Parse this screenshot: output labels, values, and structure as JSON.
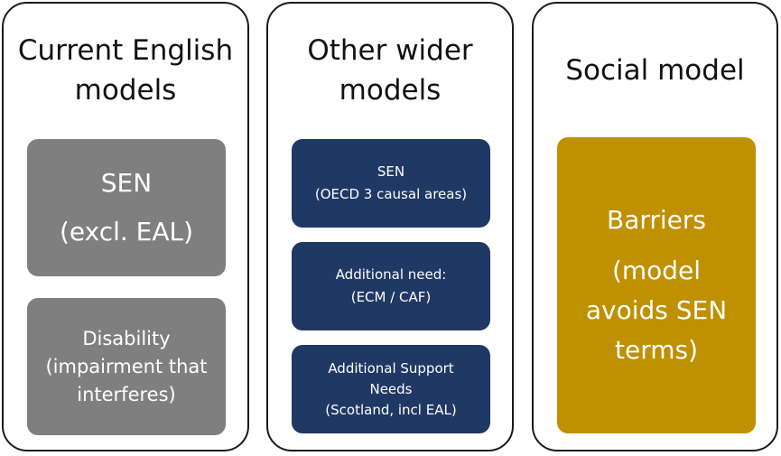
{
  "columns": [
    {
      "title_lines": [
        "Current English",
        "models"
      ],
      "boxes": [
        {
          "lines": [
            "SEN",
            "(excl. EAL)"
          ],
          "color": "#7f7f7f"
        },
        {
          "lines": [
            "Disability",
            "(impairment that",
            "interferes)"
          ],
          "color": "#7f7f7f"
        }
      ]
    },
    {
      "title_lines": [
        "Other wider",
        "models"
      ],
      "boxes": [
        {
          "lines": [
            "SEN",
            "(OECD 3 causal areas)"
          ],
          "color": "#1f3864"
        },
        {
          "lines": [
            "Additional need:",
            "(ECM / CAF)"
          ],
          "color": "#1f3864"
        },
        {
          "lines": [
            "Additional Support",
            "Needs",
            "(Scotland, incl EAL)"
          ],
          "color": "#1f3864"
        }
      ]
    },
    {
      "title_lines": [
        "Social model"
      ],
      "boxes": [
        {
          "lines": [
            "Barriers",
            "(model",
            "avoids SEN",
            "terms)"
          ],
          "color": "#bf9000"
        }
      ]
    }
  ]
}
